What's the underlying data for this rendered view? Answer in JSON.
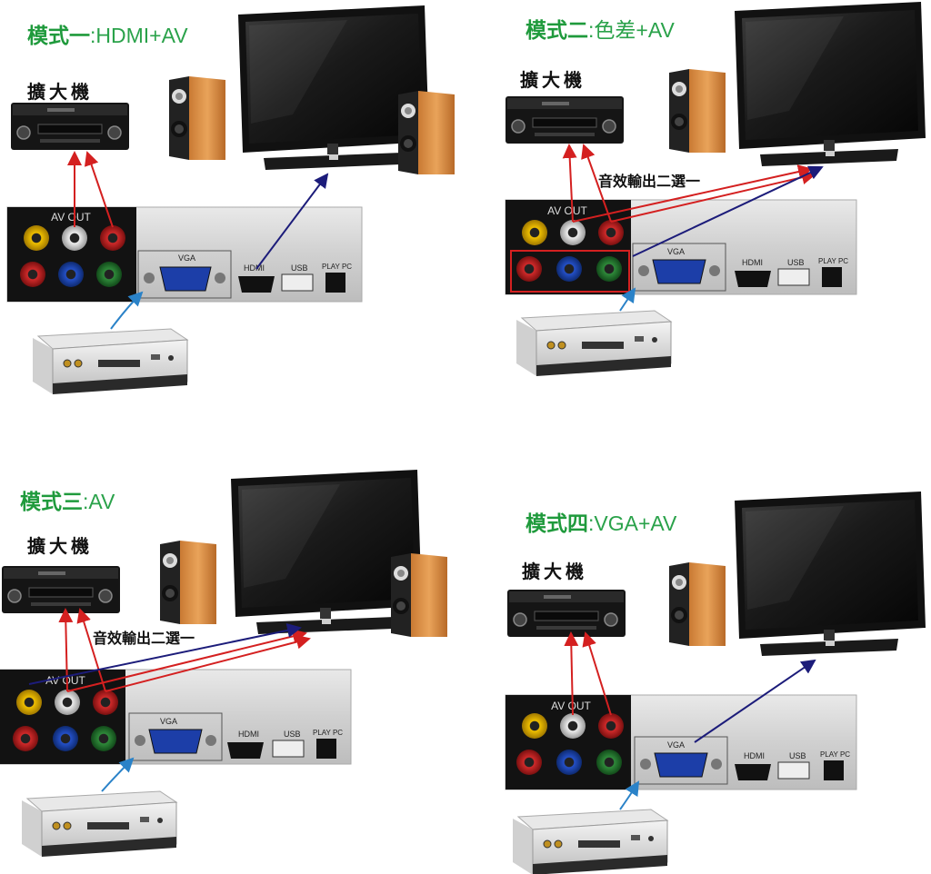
{
  "panels": [
    {
      "title_zh": "模式一",
      "title_en": ":HDMI+AV",
      "amp_label": "擴大機",
      "audio_label": ""
    },
    {
      "title_zh": "模式二",
      "title_en": ":色差+AV",
      "amp_label": "擴大機",
      "audio_label": "音效輸出二選一"
    },
    {
      "title_zh": "模式三",
      "title_en": ":AV",
      "amp_label": "擴大機",
      "audio_label": "音效輸出二選一"
    },
    {
      "title_zh": "模式四",
      "title_en": ":VGA+AV",
      "amp_label": "擴大機",
      "audio_label": ""
    }
  ],
  "port_labels": {
    "av_out": "AV OUT",
    "vga": "VGA",
    "hdmi": "HDMI",
    "usb": "USB",
    "play_pc": "PLAY  PC"
  },
  "colors": {
    "title_green": "#1f9a3c",
    "audio_wire": "#d42020",
    "video_wire": "#1c1c7a",
    "input_wire": "#2a82c8"
  }
}
